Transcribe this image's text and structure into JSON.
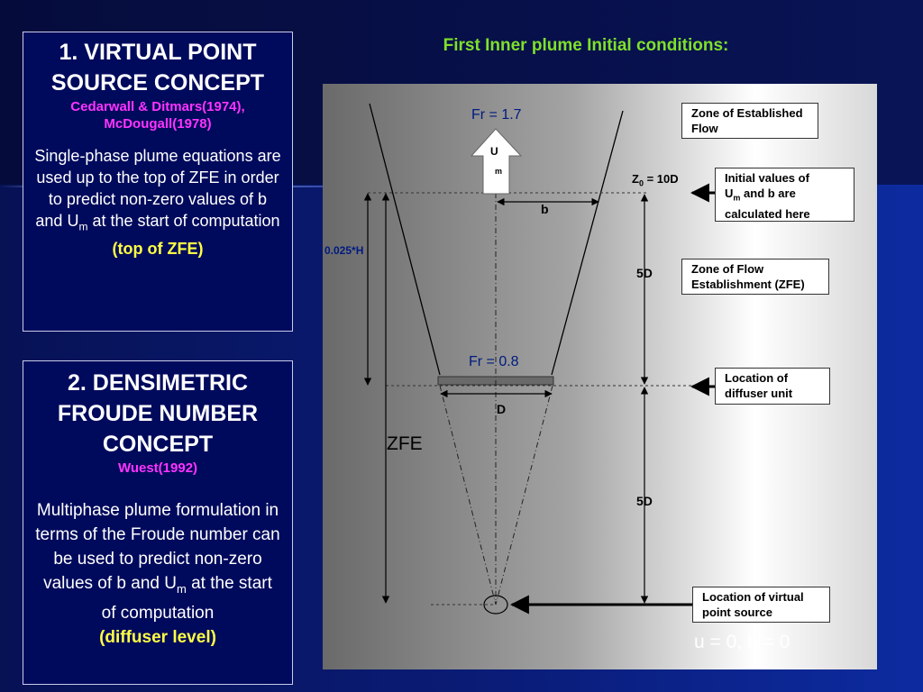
{
  "panel1": {
    "title": "1. VIRTUAL  POINT SOURCE CONCEPT",
    "citation_line1": "Cedarwall & Ditmars(1974),",
    "citation_line2": "McDougall(1978)",
    "body": "Single-phase plume equations are used up to the top of ZFE in order to predict non-zero values of b and U",
    "body_sub": "m",
    "body_tail": " at the start of computation",
    "highlight": "(top of ZFE)"
  },
  "panel2": {
    "title": "2. DENSIMETRIC FROUDE NUMBER CONCEPT",
    "citation": "Wuest(1992)",
    "body": "Multiphase plume formulation in terms of the Froude number can be used to predict non-zero values of b and U",
    "body_sub": "m",
    "body_tail": " at the start of computation",
    "highlight": "(diffuser level)"
  },
  "heading": "First Inner plume Initial conditions:",
  "diagram": {
    "fr_top": "Fr = 1.7",
    "fr_mid": "Fr = 0.8",
    "um_label": "U",
    "um_sub": "m",
    "b_label": "b",
    "d_label": "D",
    "z0_label": "Z",
    "z0_sub": "0",
    "z0_value": " = 10D",
    "five_d_upper": "5D",
    "five_d_lower": "5D",
    "h_label": "0.025*H",
    "zfe_label": "ZFE",
    "bottom_condition": "u = 0, b = 0",
    "boxes": {
      "established": "Zone of Established Flow",
      "initial_values_1": "Initial values of",
      "initial_values_2": "U",
      "initial_values_sub": "m",
      "initial_values_3": " and b are calculated here",
      "zfe_box": "Zone of Flow Establishment (ZFE)",
      "diffuser": "Location of diffuser unit",
      "virtual": "Location of virtual point source"
    }
  }
}
